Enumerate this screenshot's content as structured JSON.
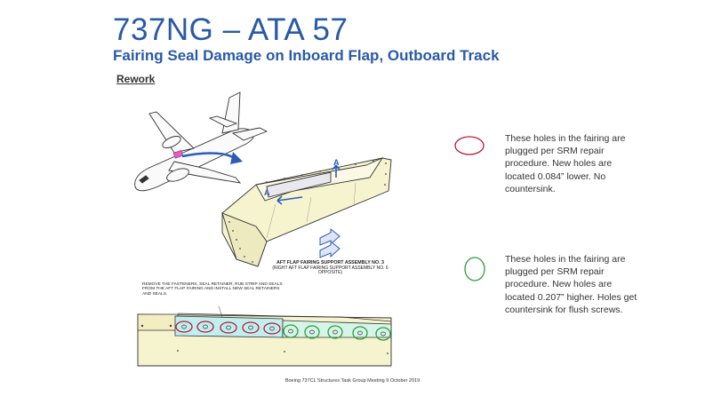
{
  "slide": {
    "title": "737NG – ATA 57",
    "subtitle": "Fairing Seal Damage on Inboard Flap, Outboard Track",
    "section_heading": "Rework"
  },
  "figure": {
    "assembly_title": "AFT FLAP FAIRING SUPPORT ASSEMBLY NO. 3",
    "assembly_subtitle": "(RIGHT AFT FLAP FAIRING SUPPORT ASSEMBLY NO. 6 OPPOSITE)",
    "view_marker": "A",
    "instruction": "REMOVE THE FASTENERS, SEAL RETAINER, RUB STRIP AND SEALS FROM THE AFT FLAP FAIRING AND INSTALL NEW SEAL RETAINERS AND SEALS."
  },
  "legend": [
    {
      "marker_color": "#c0143c",
      "text": "These holes in the fairing are plugged per SRM repair procedure. New holes are located 0.084” lower.  No countersink."
    },
    {
      "marker_color": "#2e9e3e",
      "text": "These holes in the fairing are plugged per SRM repair procedure. New holes are located 0.207” higher.  Holes get countersink for flush screws."
    }
  ],
  "footer": "Boeing 737CL Structures Task Group Meeting 9 October 2019"
}
